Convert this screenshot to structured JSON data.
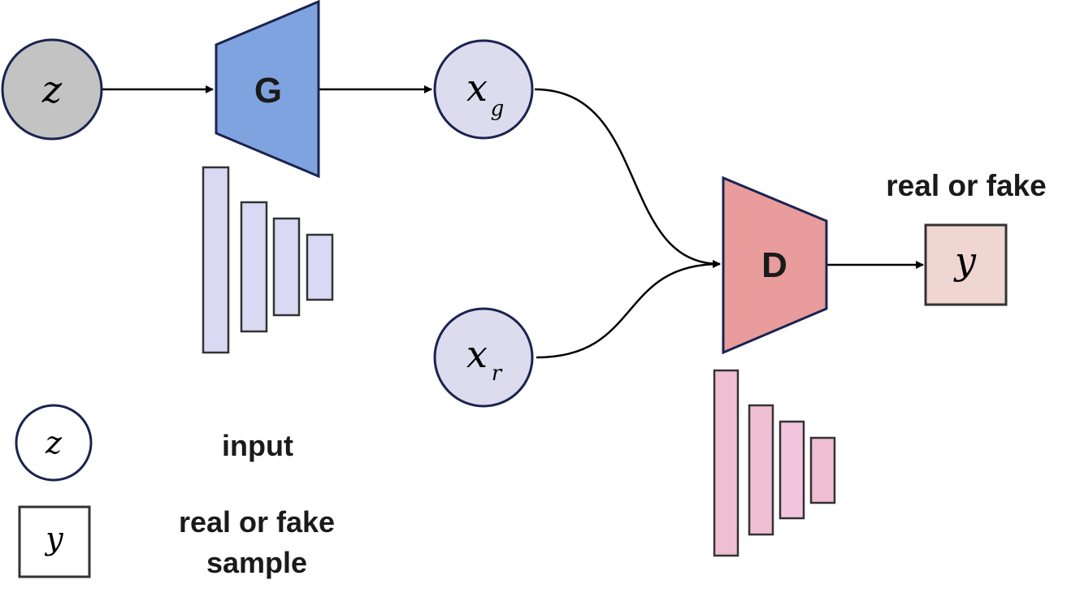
{
  "nodes": {
    "z_input": {
      "label": "z"
    },
    "generator": {
      "label": "G"
    },
    "x_generated": {
      "label": "x",
      "subscript": "g"
    },
    "x_real": {
      "label": "x",
      "subscript": "r"
    },
    "discriminator": {
      "label": "D"
    },
    "y_output": {
      "label": "y"
    }
  },
  "output_caption": "real or fake",
  "legend": {
    "circle_symbol": "z",
    "circle_text": "input",
    "square_symbol": "y",
    "square_text_line1": "real or fake",
    "square_text_line2": "sample"
  },
  "colors": {
    "stroke": "#1b2350",
    "arrow": "#000000",
    "z_fill": "#c3c3c3",
    "data_fill": "#dcdcee",
    "generator_fill": "#7fa3de",
    "generator_layers": "#d9d9f4",
    "discriminator_fill": "#e89c9c",
    "discriminator_layers": "#efbed2",
    "discriminator_layer_mid": "#f3c4e0",
    "output_fill": "#f0d6d1",
    "legend_fill": "#ffffff"
  }
}
